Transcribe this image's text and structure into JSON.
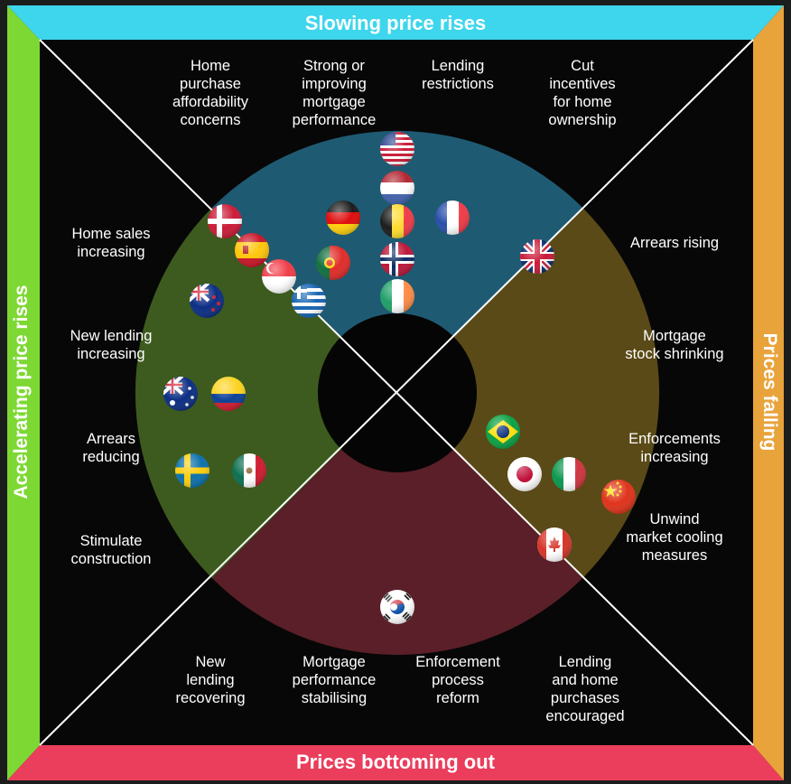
{
  "bands": {
    "top": "Slowing price rises",
    "bottom": "Prices bottoming out",
    "left": "Accelerating price rises",
    "right": "Prices falling"
  },
  "factors": {
    "top": [
      "Home\npurchase\naffordability\nconcerns",
      "Strong or\nimproving\nmortgage\nperformance",
      "Lending\nrestrictions",
      "Cut\nincentives\nfor home\nownership"
    ],
    "left": [
      "Home sales\nincreasing",
      "New lending\nincreasing",
      "Arrears\nreducing",
      "Stimulate\nconstruction"
    ],
    "right": [
      "Arrears rising",
      "Mortgage\nstock shrinking",
      "Enforcements\nincreasing",
      "Unwind\nmarket cooling\nmeasures"
    ],
    "bottom": [
      "New\nlending\nrecovering",
      "Mortgage\nperformance\nstabilising",
      "Enforcement\nprocess\nreform",
      "Lending\nand home\npurchases\nencouraged"
    ]
  },
  "colors": {
    "band_top": "#3dd6ec",
    "band_bottom": "#ea3e5c",
    "band_left": "#7ed834",
    "band_right": "#e8a33b",
    "ring_top": "#1f5a73",
    "ring_left": "#3d5b1e",
    "ring_right": "#5a4a17",
    "ring_bottom": "#5a1f28"
  },
  "countries": [
    {
      "name": "United States",
      "icon": "us-flag-icon"
    },
    {
      "name": "Netherlands",
      "icon": "netherlands-flag-icon"
    },
    {
      "name": "Germany",
      "icon": "germany-flag-icon"
    },
    {
      "name": "Belgium",
      "icon": "belgium-flag-icon"
    },
    {
      "name": "France",
      "icon": "france-flag-icon"
    },
    {
      "name": "Portugal",
      "icon": "portugal-flag-icon"
    },
    {
      "name": "Norway",
      "icon": "norway-flag-icon"
    },
    {
      "name": "Ireland",
      "icon": "ireland-flag-icon"
    },
    {
      "name": "Denmark",
      "icon": "denmark-flag-icon"
    },
    {
      "name": "Spain",
      "icon": "spain-flag-icon"
    },
    {
      "name": "Singapore",
      "icon": "singapore-flag-icon"
    },
    {
      "name": "New Zealand",
      "icon": "new-zealand-flag-icon"
    },
    {
      "name": "Greece",
      "icon": "greece-flag-icon"
    },
    {
      "name": "Australia",
      "icon": "australia-flag-icon"
    },
    {
      "name": "Colombia",
      "icon": "colombia-flag-icon"
    },
    {
      "name": "Sweden",
      "icon": "sweden-flag-icon"
    },
    {
      "name": "Mexico",
      "icon": "mexico-flag-icon"
    },
    {
      "name": "United Kingdom",
      "icon": "uk-flag-icon"
    },
    {
      "name": "Brazil",
      "icon": "brazil-flag-icon"
    },
    {
      "name": "Japan",
      "icon": "japan-flag-icon"
    },
    {
      "name": "Italy",
      "icon": "italy-flag-icon"
    },
    {
      "name": "China",
      "icon": "china-flag-icon"
    },
    {
      "name": "Canada",
      "icon": "canada-flag-icon"
    },
    {
      "name": "South Korea",
      "icon": "south-korea-flag-icon"
    }
  ]
}
